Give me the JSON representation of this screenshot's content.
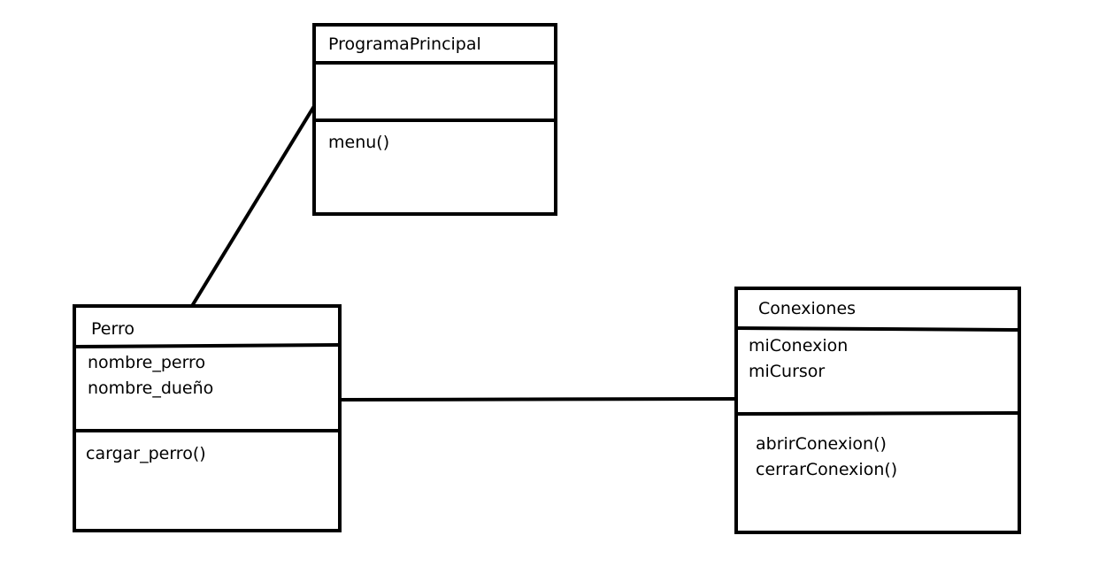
{
  "diagram": {
    "classes": {
      "programa_principal": {
        "name": "ProgramaPrincipal",
        "attributes": [],
        "methods": [
          "menu()"
        ]
      },
      "perro": {
        "name": "Perro",
        "attributes": [
          "nombre_perro",
          "nombre_dueño"
        ],
        "methods": [
          "cargar_perro()"
        ]
      },
      "conexiones": {
        "name": "Conexiones",
        "attributes": [
          "miConexion",
          "miCursor"
        ],
        "methods": [
          "abrirConexion()",
          "cerrarConexion()"
        ]
      }
    },
    "associations": [
      {
        "from": "perro",
        "to": "programa_principal"
      },
      {
        "from": "perro",
        "to": "conexiones"
      }
    ]
  }
}
